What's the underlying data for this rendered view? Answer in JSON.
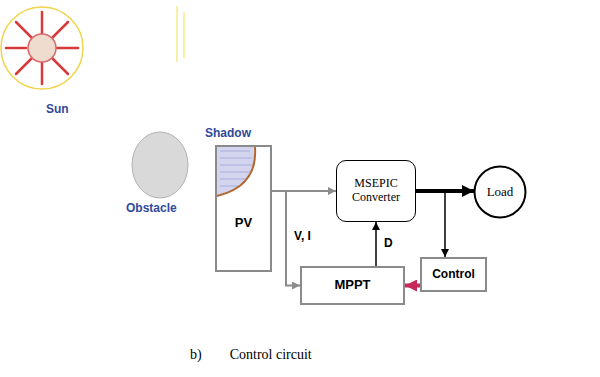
{
  "diagram": {
    "caption": "b)        Control circuit",
    "nodes": [
      {
        "text": [
          "PV"
        ]
      },
      {
        "text": [
          "MSEPIC Converter"
        ]
      },
      {
        "text": [
          "Load"
        ]
      },
      {
        "text": [
          "MPPT"
        ]
      },
      {
        "text": [
          "Control"
        ]
      }
    ],
    "edges": [
      {
        "from": 0,
        "to": 1,
        "arrow": "to"
      },
      {
        "from": 0,
        "to": 3,
        "label": "V, I",
        "arrow": "to"
      },
      {
        "from": 3,
        "to": 1,
        "label": "D",
        "arrow": "to"
      },
      {
        "from": 1,
        "to": 2,
        "arrow": "to"
      },
      {
        "from": 1,
        "to": 4,
        "arrow": "to"
      },
      {
        "from": 4,
        "to": 3,
        "arrow": "to"
      }
    ],
    "labels": [
      "Sun",
      "Obstacle",
      "Shadow"
    ]
  }
}
